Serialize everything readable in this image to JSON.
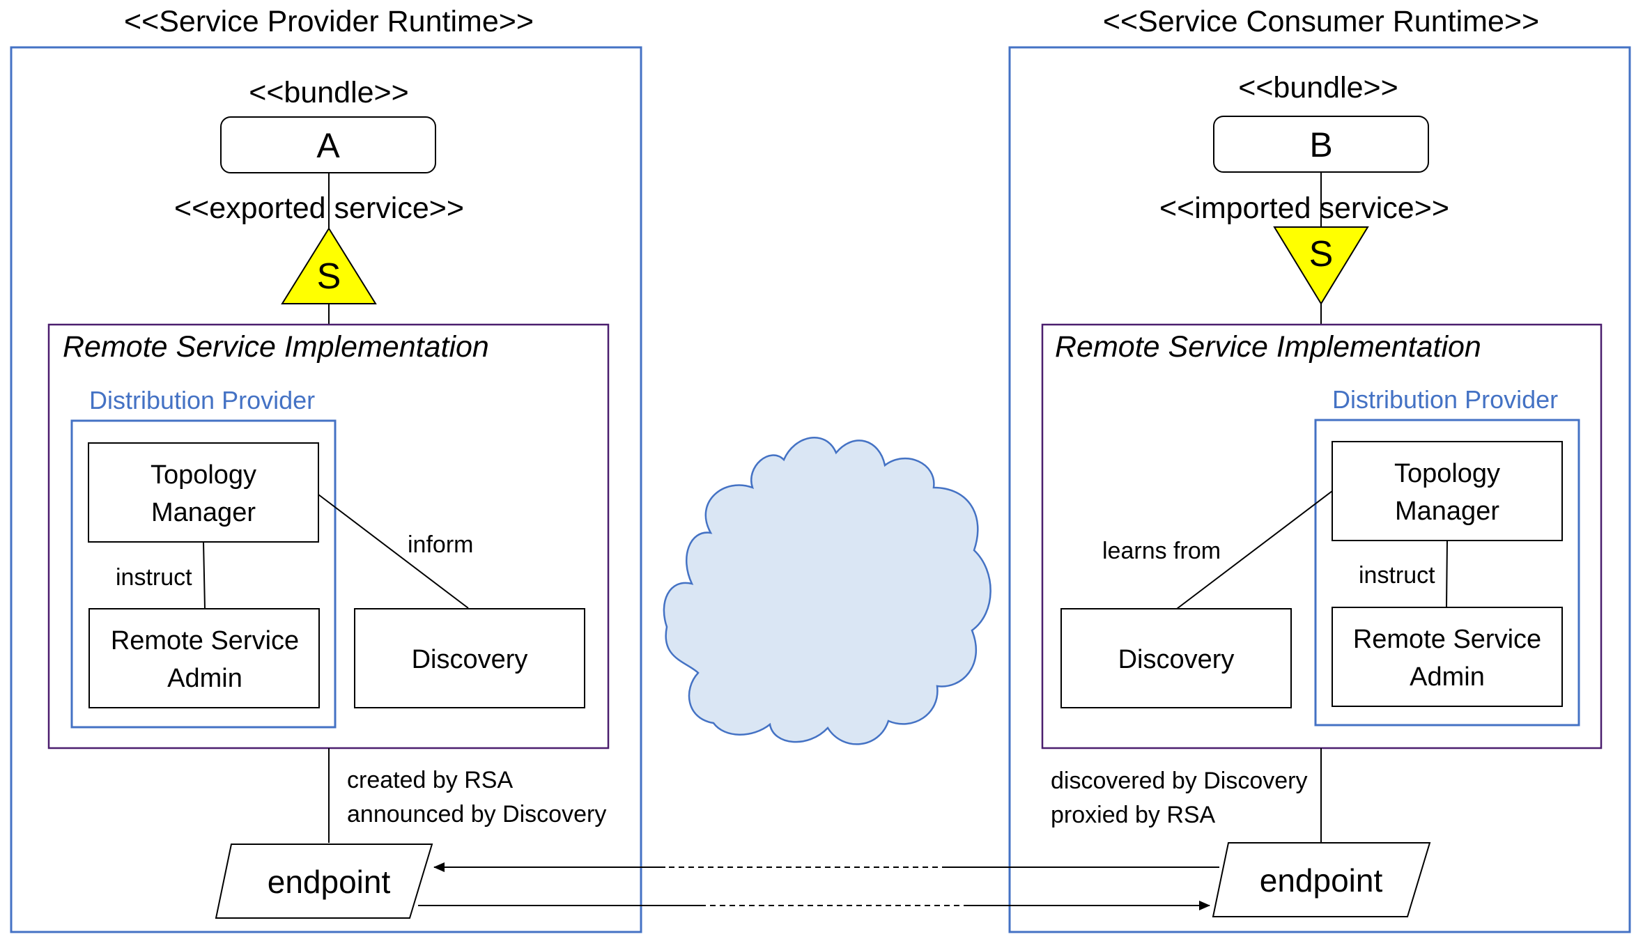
{
  "colors": {
    "runtime_border": "#4472C4",
    "rsi_border": "#4B1E6E",
    "dp_border": "#4472C4",
    "dp_text": "#4472C4",
    "triangle_fill": "#FFFF00",
    "cloud_fill": "#DAE6F4",
    "cloud_stroke": "#4472C4",
    "line": "#000000"
  },
  "provider": {
    "title": "<<Service Provider Runtime>>",
    "bundle_stereotype": "<<bundle>>",
    "bundle_name": "A",
    "service_stereotype": "<<exported service>>",
    "service_symbol": "S",
    "rsi_title": "Remote Service Implementation",
    "dp_title": "Distribution Provider",
    "topology_line1": "Topology",
    "topology_line2": "Manager",
    "rsa_line1": "Remote Service",
    "rsa_line2": "Admin",
    "discovery": "Discovery",
    "instruct": "instruct",
    "inform": "inform",
    "note_line1": "created by RSA",
    "note_line2": "announced by Discovery",
    "endpoint": "endpoint"
  },
  "consumer": {
    "title": "<<Service Consumer Runtime>>",
    "bundle_stereotype": "<<bundle>>",
    "bundle_name": "B",
    "service_stereotype": "<<imported service>>",
    "service_symbol": "S",
    "rsi_title": "Remote Service Implementation",
    "dp_title": "Distribution Provider",
    "topology_line1": "Topology",
    "topology_line2": "Manager",
    "rsa_line1": "Remote Service",
    "rsa_line2": "Admin",
    "discovery": "Discovery",
    "instruct": "instruct",
    "learns_from": "learns from",
    "note_line1": "discovered by Discovery",
    "note_line2": "proxied by RSA",
    "endpoint": "endpoint"
  },
  "icons": {
    "network": "cloud-icon",
    "exported_service": "triangle-up-icon",
    "imported_service": "triangle-down-icon"
  }
}
